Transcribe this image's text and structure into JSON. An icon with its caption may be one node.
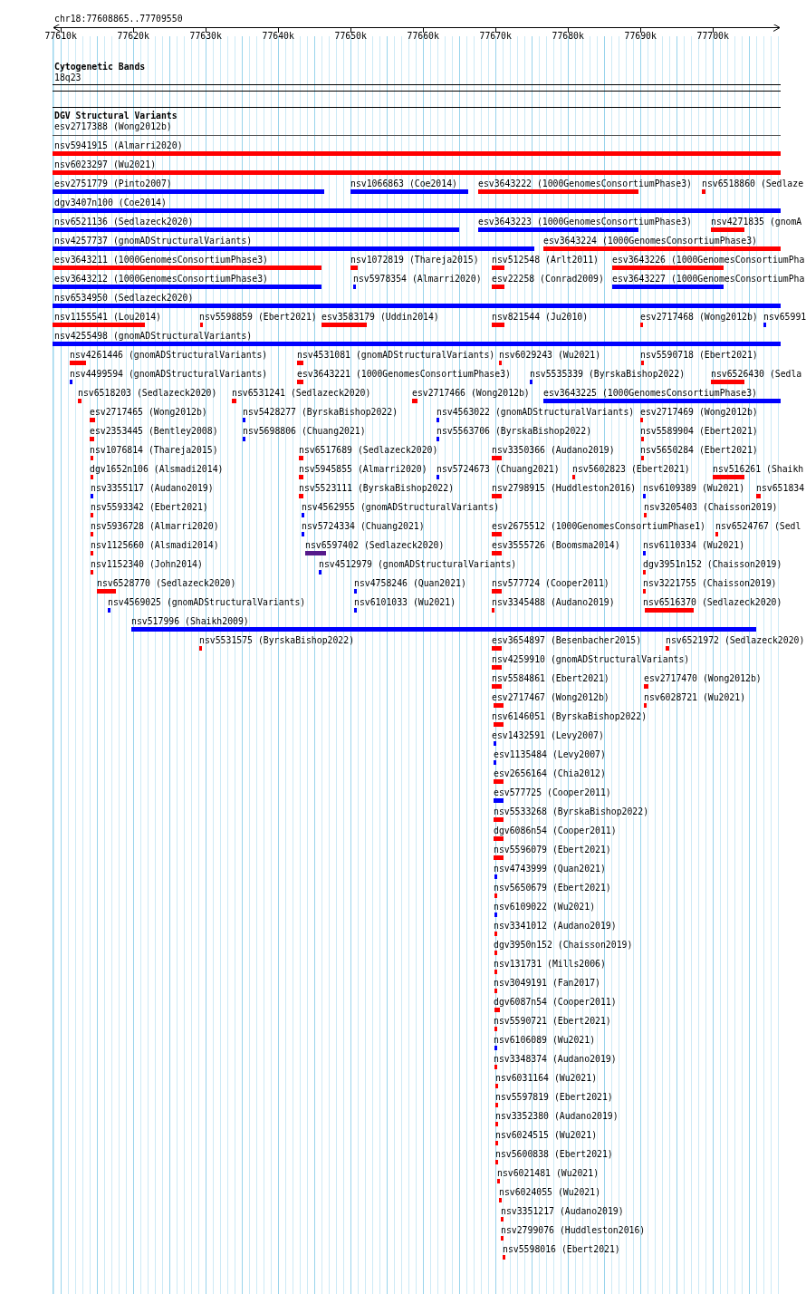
{
  "diagram": {
    "labels": [
      "chr18:77608865..77709550",
      "77610k",
      "77620k",
      "77630k",
      "77640k",
      "77650k",
      "77660k",
      "77670k",
      "77680k",
      "77690k",
      "77700k",
      "Cytogenetic Bands",
      "18q23",
      "DGV Structural Variants",
      "esv2717388 (Wong2012b)",
      "nsv5941915 (Almarri2020)",
      "nsv6023297 (Wu2021)",
      "esv2751779 (Pinto2007)",
      "nsv1066863 (Coe2014)",
      "esv3643222 (1000GenomesConsortiumPhase3)",
      "nsv6518860 (Sedlaze",
      "dgv3407n100 (Coe2014)",
      "nsv6521136 (Sedlazeck2020)",
      "esv3643223 (1000GenomesConsortiumPhase3)",
      "nsv4271835 (gnomA",
      "nsv4257737 (gnomADStructuralVariants)",
      "esv3643224 (1000GenomesConsortiumPhase3)",
      "esv3643211 (1000GenomesConsortiumPhase3)",
      "nsv1072819 (Thareja2015)",
      "nsv512548 (Arlt2011)",
      "esv3643226 (1000GenomesConsortiumPha",
      "esv3643212 (1000GenomesConsortiumPhase3)",
      "nsv5978354 (Almarri2020)",
      "esv22258 (Conrad2009)",
      "esv3643227 (1000GenomesConsortiumPha",
      "nsv6534950 (Sedlazeck2020)",
      "nsv1155541 (Lou2014)",
      "nsv5598859 (Ebert2021)",
      "esv3583179 (Uddin2014)",
      "nsv821544 (Ju2010)",
      "esv2717468 (Wong2012b)",
      "nsv65991",
      "nsv4255498 (gnomADStructuralVariants)",
      "nsv4261446 (gnomADStructuralVariants)",
      "nsv4531081 (gnomADStructuralVariants)",
      "nsv6029243 (Wu2021)",
      "nsv5590718 (Ebert2021)",
      "nsv4499594 (gnomADStructuralVariants)",
      "esv3643221 (1000GenomesConsortiumPhase3)",
      "nsv5535339 (ByrskaBishop2022)",
      "nsv6526430 (Sedla",
      "nsv6518203 (Sedlazeck2020)",
      "nsv6531241 (Sedlazeck2020)",
      "esv2717466 (Wong2012b)",
      "esv3643225 (1000GenomesConsortiumPhase3)",
      "esv2717465 (Wong2012b)",
      "nsv5428277 (ByrskaBishop2022)",
      "nsv4563022 (gnomADStructuralVariants)",
      "esv2717469 (Wong2012b)",
      "esv2353445 (Bentley2008)",
      "nsv5698806 (Chuang2021)",
      "nsv5563706 (ByrskaBishop2022)",
      "nsv5589904 (Ebert2021)",
      "nsv1076814 (Thareja2015)",
      "nsv6517689 (Sedlazeck2020)",
      "nsv3350366 (Audano2019)",
      "nsv5650284 (Ebert2021)",
      "dgv1652n106 (Alsmadi2014)",
      "nsv5945855 (Almarri2020)",
      "nsv5724673 (Chuang2021)",
      "nsv5602823 (Ebert2021)",
      "nsv516261 (Shaikh",
      "nsv3355117 (Audano2019)",
      "nsv5523111 (ByrskaBishop2022)",
      "nsv2798915 (Huddleston2016)",
      "nsv6109389 (Wu2021)",
      "nsv651834",
      "nsv5593342 (Ebert2021)",
      "nsv4562955 (gnomADStructuralVariants)",
      "nsv3205403 (Chaisson2019)",
      "nsv5936728 (Almarri2020)",
      "nsv5724334 (Chuang2021)",
      "esv2675512 (1000GenomesConsortiumPhase1)",
      "nsv6524767 (Sedl",
      "nsv1125660 (Alsmadi2014)",
      "nsv6597402 (Sedlazeck2020)",
      "esv3555726 (Boomsma2014)",
      "nsv6110334 (Wu2021)",
      "nsv1152340 (John2014)",
      "nsv4512979 (gnomADStructuralVariants)",
      "dgv3951n152 (Chaisson2019)",
      "nsv6528770 (Sedlazeck2020)",
      "nsv4758246 (Quan2021)",
      "nsv577724 (Cooper2011)",
      "nsv3221755 (Chaisson2019)",
      "nsv4569025 (gnomADStructuralVariants)",
      "nsv6101033 (Wu2021)",
      "nsv3345488 (Audano2019)",
      "nsv6516370 (Sedlazeck2020)",
      "nsv517996 (Shaikh2009)",
      "nsv5531575 (ByrskaBishop2022)",
      "esv3654897 (Besenbacher2015)",
      "nsv6521972 (Sedlazeck2020)",
      "nsv4259910 (gnomADStructuralVariants)",
      "nsv5584861 (Ebert2021)",
      "esv2717470 (Wong2012b)",
      "esv2717467 (Wong2012b)",
      "nsv6028721 (Wu2021)",
      "nsv6146051 (ByrskaBishop2022)",
      "esv1432591 (Levy2007)",
      "esv1135484 (Levy2007)",
      "esv2656164 (Chia2012)",
      "esv577725 (Cooper2011)",
      "nsv5533268 (ByrskaBishop2022)",
      "dgv6086n54 (Cooper2011)",
      "nsv5596079 (Ebert2021)",
      "nsv4743999 (Quan2021)",
      "nsv5650679 (Ebert2021)",
      "nsv6109022 (Wu2021)",
      "nsv3341012 (Audano2019)",
      "dgv3950n152 (Chaisson2019)",
      "nsv131731 (Mills2006)",
      "nsv3049191 (Fan2017)",
      "dgv6087n54 (Cooper2011)",
      "nsv5590721 (Ebert2021)",
      "nsv6106089 (Wu2021)",
      "nsv3348374 (Audano2019)",
      "nsv6031164 (Wu2021)",
      "nsv5597819 (Ebert2021)",
      "nsv3352380 (Audano2019)",
      "nsv6024515 (Wu2021)",
      "nsv5600838 (Ebert2021)",
      "nsv6021481 (Wu2021)",
      "nsv6024055 (Wu2021)",
      "nsv3351217 (Audano2019)",
      "nsv2799076 (Huddleston2016)",
      "nsv5598016 (Ebert2021)"
    ]
  }
}
